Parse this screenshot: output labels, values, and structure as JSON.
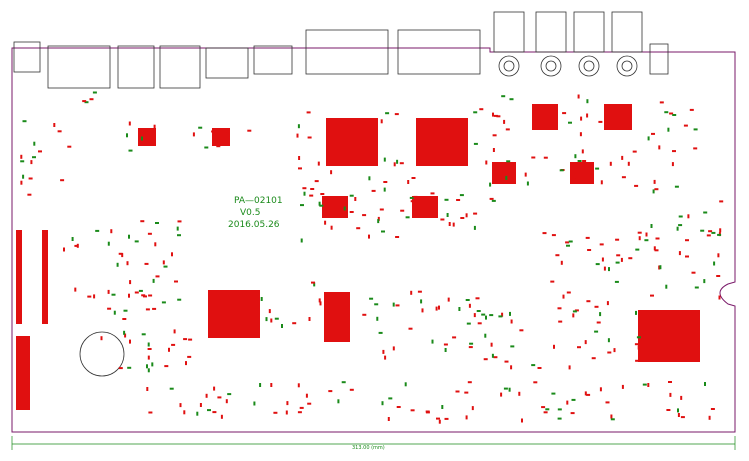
{
  "board": {
    "name": "PA—02101",
    "version": "V0.5",
    "date": "2016.05.26",
    "width_dimension": "313.00 (mm)"
  },
  "colors": {
    "silkscreen": "#1a8a1a",
    "pad": "#e01010",
    "outline": "#7a1a6a",
    "dimension": "#1a8a1a",
    "component_outline": "#333333",
    "background": "#ffffff"
  }
}
